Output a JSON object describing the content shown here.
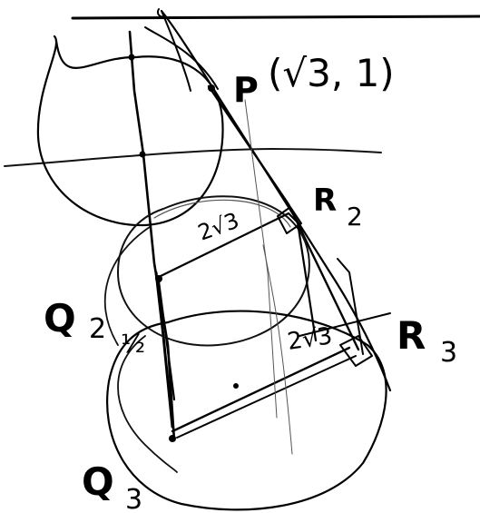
{
  "labels": {
    "point_p": "P",
    "point_p_coords": "(√3, 1)",
    "point_r2": "R",
    "point_r2_sub": "2",
    "point_r3": "R",
    "point_r3_sub": "3",
    "point_q2": "Q",
    "point_q2_sub": "2",
    "point_q3": "Q",
    "point_q3_sub": "3",
    "segment_upper": "2√3",
    "segment_lower": "2√3",
    "half_mark": "½"
  }
}
